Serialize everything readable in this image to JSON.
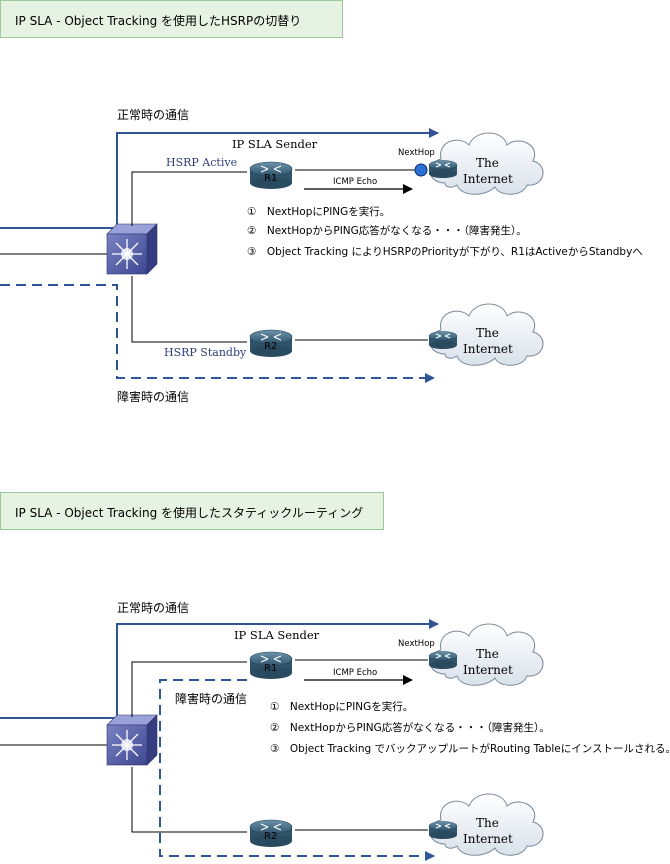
{
  "diagrams": [
    {
      "title": "IP SLA - Object Tracking を使用したHSRPの切替り",
      "normal_path_label": "正常時の通信",
      "failure_path_label": "障害時の通信",
      "sender_label": "IP SLA Sender",
      "active_label": "HSRP Active",
      "standby_label": "HSRP Standby",
      "router1": "R1",
      "router2": "R2",
      "nexthop_label": "NextHop",
      "icmp_label": "ICMP Echo",
      "cloud_line1": "The",
      "cloud_line2": "Internet",
      "steps": [
        "①　NextHopにPINGを実行。",
        "②　NextHopからPING応答がなくなる・・・（障害発生）。",
        "③　Object Tracking によりHSRPのPriorityが下がり、R1はActiveからStandbyへ"
      ]
    },
    {
      "title": "IP SLA - Object Tracking を使用したスタティックルーティング",
      "normal_path_label": "正常時の通信",
      "failure_path_label": "障害時の通信",
      "sender_label": "IP SLA Sender",
      "router1": "R1",
      "router2": "R2",
      "nexthop_label": "NextHop",
      "icmp_label": "ICMP Echo",
      "cloud_line1": "The",
      "cloud_line2": "Internet",
      "steps": [
        "①　NextHopにPINGを実行。",
        "②　NextHopからPING応答がなくなる・・・（障害発生）。",
        "③　Object Tracking でバックアップルートがRouting Tableにインストールされる。"
      ]
    }
  ],
  "colors": {
    "normal_path": "#2f5597",
    "failure_path": "#2f5597",
    "title_bg": "#e6f3e2",
    "router_body": "#4a6f86",
    "switch_body": "#5b64a8",
    "nexthop_dot": "#2b6fd6"
  }
}
